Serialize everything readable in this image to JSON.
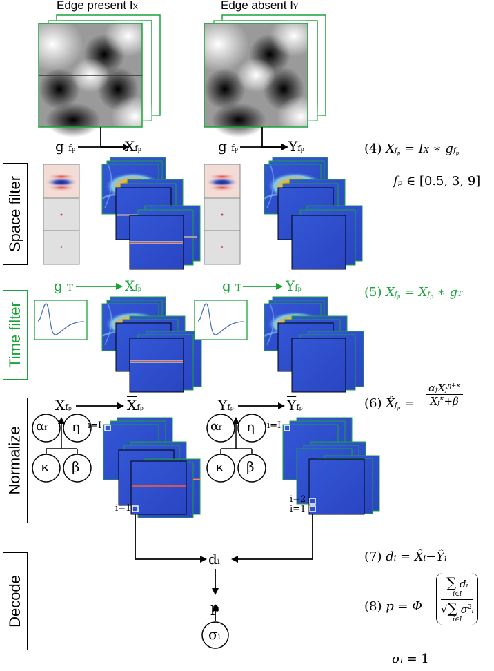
{
  "title_present": "Edge present I",
  "title_present_sub": "X",
  "title_absent": "Edge absent I",
  "title_absent_sub": "Y",
  "stages": {
    "space": "Space filter",
    "time": "Time filter",
    "normalize": "Normalize",
    "decode": "Decode"
  },
  "symbols": {
    "g": "g",
    "fp": "f",
    "p_sub": "p",
    "X": "X",
    "Y": "Y",
    "gT": "g",
    "T": "T",
    "alpha": "α",
    "eta": "η",
    "kappa": "κ",
    "beta": "β",
    "di": "d",
    "i": "i",
    "p": "p",
    "sigma": "σ",
    "i_I": "i=I",
    "i_1": "i=1",
    "i_2": "i=2"
  },
  "equations": {
    "eq4_num": "(4)",
    "eq4_rhs": "= I",
    "eq4_star": "∗ g",
    "fp_set": "∈ [0.5, 3, 9]",
    "eq5_num": "(5)",
    "eq5_rhs": "= X",
    "eq5_star": "∗ g",
    "eq6_num": "(6)",
    "eq6_plus": "+β",
    "eq7_num": "(7)",
    "eq7_rhs": "= X̂",
    "eq7_minus": "−Ŷ",
    "eq8_num": "(8)",
    "eq8_lhs": "p = Φ",
    "eq8_sum": "∑",
    "eq8_sub": "i∈I",
    "sigma_eq": "= 1"
  },
  "colors": {
    "green": "#1aa43a",
    "blue_map": "#2f4fd0",
    "red_line": "#d8342a"
  }
}
